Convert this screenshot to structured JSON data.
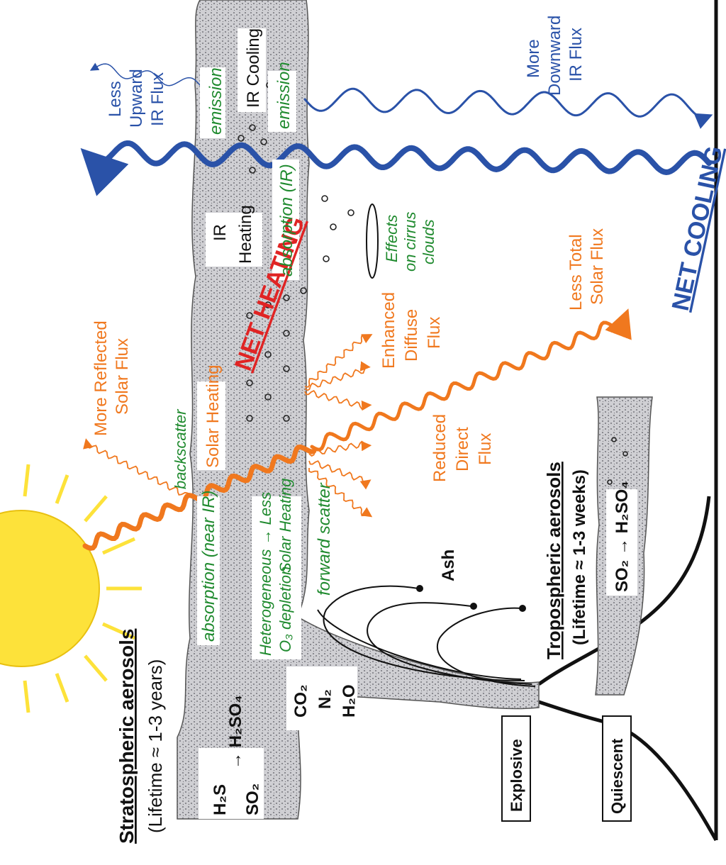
{
  "stratospheric": {
    "title": "Stratospheric aerosols",
    "lifetime": "(Lifetime ≈ 1-3 years)",
    "h2s": "H₂S",
    "arrow_h2so4": "→ H₂SO₄",
    "so2": "SO₂"
  },
  "gases": {
    "co2": "CO₂",
    "n2": "N₂",
    "h2o": "H₂O"
  },
  "volcano": {
    "explosive": "Explosive",
    "quiescent": "Quiescent",
    "ash": "Ash"
  },
  "tropospheric": {
    "title": "Tropospheric aerosols",
    "lifetime": "(Lifetime ≈ 1-3 weeks)",
    "reaction": "SO₂ → H₂SO₄"
  },
  "processes": {
    "absorption_near_ir": "absorption (near IR)",
    "backscatter": "backscatter",
    "forward_scatter": "forward scatter",
    "heterogeneous": "Heterogeneous → Less",
    "o3_depletion": "O₃ depletion",
    "solar_heating_small": "Solar Heating",
    "solar_heating": "Solar Heating",
    "absorption_ir": "absorption (IR)",
    "emission_1": "emission",
    "emission_2": "emission",
    "ir_heating_1": "IR",
    "ir_heating_2": "Heating",
    "ir_cooling": "IR Cooling",
    "cirrus_1": "Effects",
    "cirrus_2": "on cirrus",
    "cirrus_3": "clouds"
  },
  "fluxes": {
    "reflected_1": "More Reflected",
    "reflected_2": "Solar Flux",
    "direct_1": "Reduced",
    "direct_2": "Direct",
    "direct_3": "Flux",
    "diffuse_1": "Enhanced",
    "diffuse_2": "Diffuse",
    "diffuse_3": "Flux",
    "total_1": "Less Total",
    "total_2": "Solar Flux",
    "upward_1": "Less",
    "upward_2": "Upward",
    "upward_3": "IR Flux",
    "downward_1": "More",
    "downward_2": "Downward",
    "downward_3": "IR Flux"
  },
  "net": {
    "heating": "NET HEATING",
    "cooling": "NET COOLING"
  },
  "colors": {
    "solar": "#f0781e",
    "ir": "#2a52a8",
    "process": "#1f8a2e",
    "heating": "#e02424",
    "sun": "#fde23a",
    "aerosol": "#d7d7da"
  }
}
